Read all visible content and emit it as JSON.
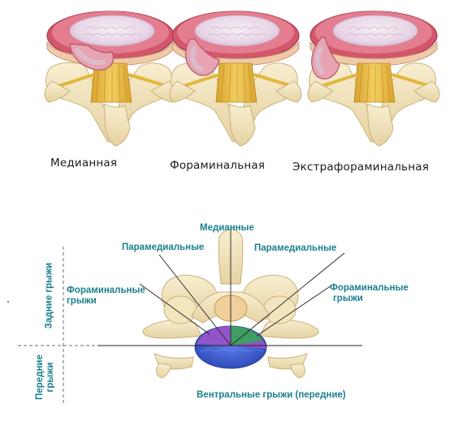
{
  "top_figures": {
    "captions": [
      "Медианная",
      "Фораминальная",
      "Экстрафораминальная"
    ]
  },
  "diagram": {
    "labels": {
      "median": "Медианные",
      "paramedial_left": "Парамедиальные",
      "paramedial_right": "Парамедиальные",
      "foraminal_left_line1": "Фораминальные",
      "foraminal_left_line2": "грыжи",
      "foraminal_right_line1": "Фораминальные",
      "foraminal_right_line2": "грыжи",
      "ventral": "Вентральные грыжи (передние)",
      "posterior_side": "Задние грыжи",
      "anterior_side_line1": "Передние",
      "anterior_side_line2": "грыжи"
    },
    "colors": {
      "label_teal": "#1a7f8e",
      "bone": "#f1e3b8",
      "disc_blue": "#3f5fd6",
      "disc_purple": "#9a52c9",
      "disc_green": "#3fa35a",
      "nerve_yellow": "#e8b93a",
      "herniation_pink": "#e58a9c",
      "annulus_red": "#c94a5a"
    }
  }
}
